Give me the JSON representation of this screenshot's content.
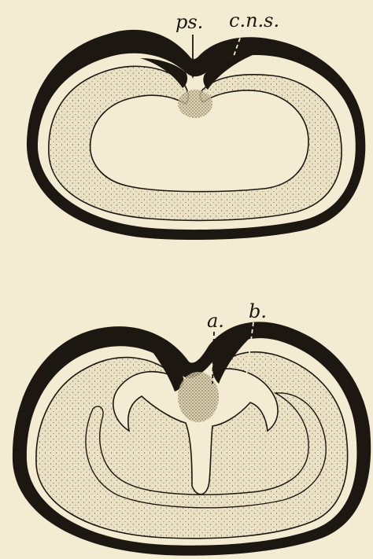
{
  "labels": {
    "ps": "ps.",
    "cns": "c.n.s.",
    "a": "a.",
    "b": "b."
  },
  "colors": {
    "background": "#f4ebd3",
    "ink": "#1c1710",
    "stipple_fill": "#ebe1c4"
  }
}
